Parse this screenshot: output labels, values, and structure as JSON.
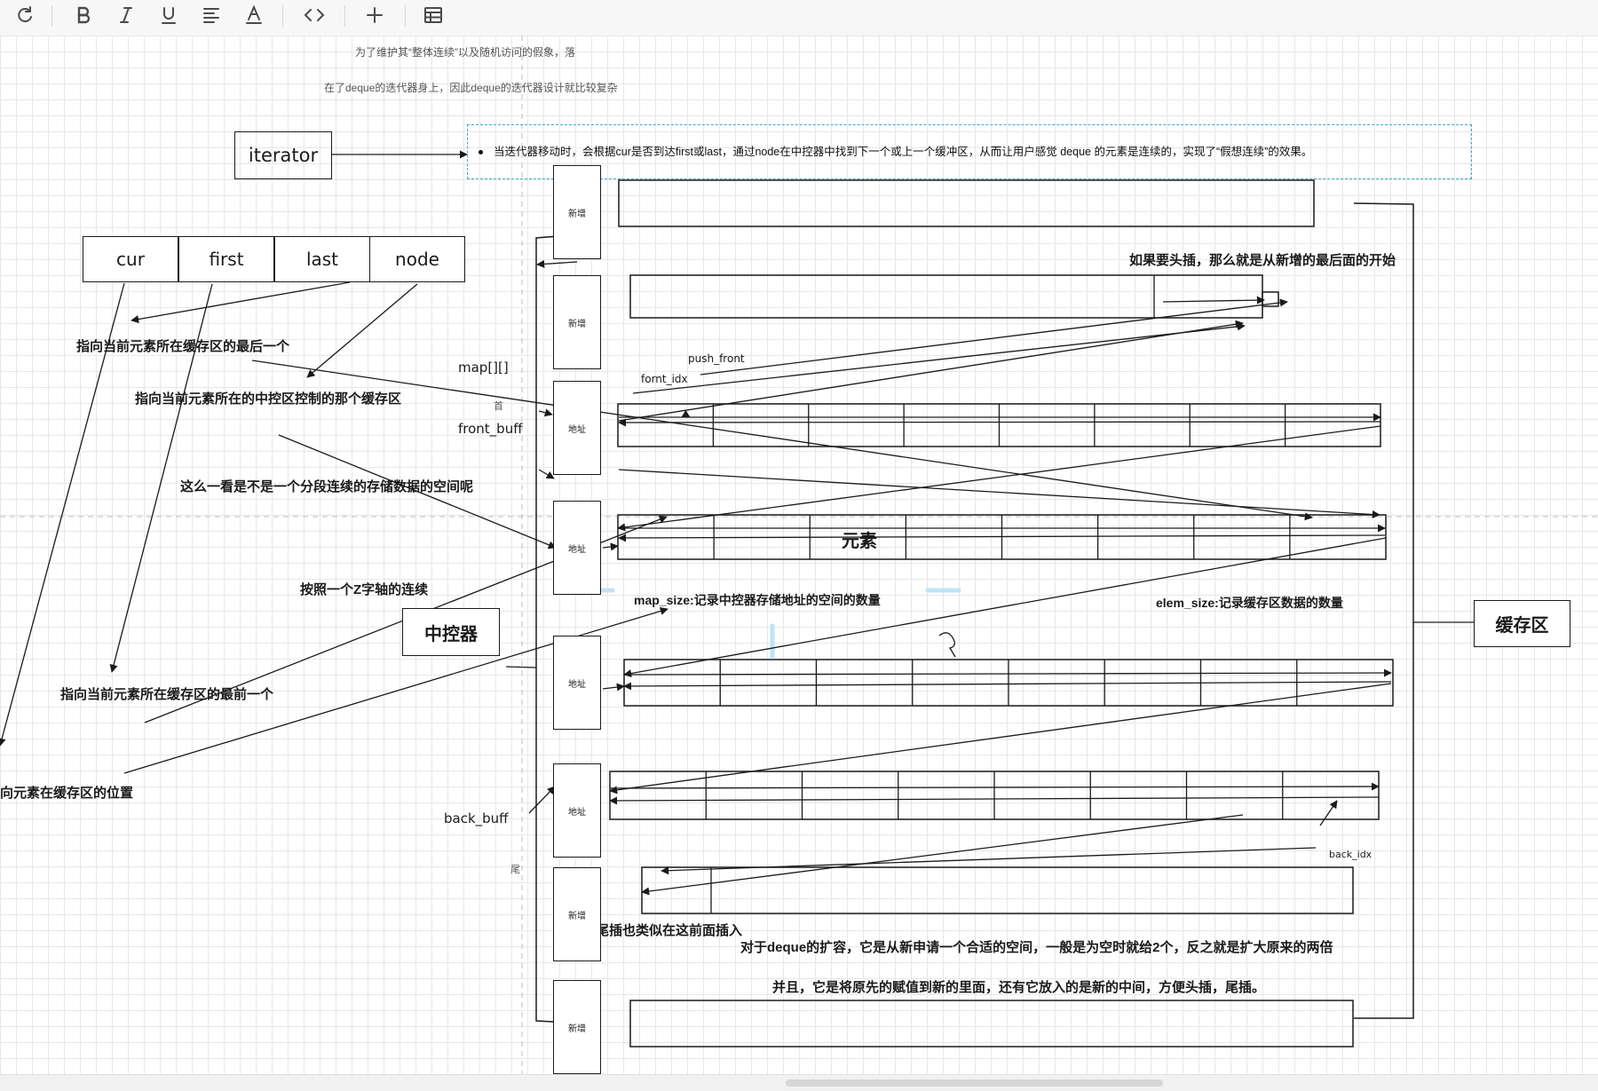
{
  "toolbar": {
    "items": [
      {
        "name": "redo",
        "icon": "redo-icon"
      },
      {
        "name": "bold",
        "icon": "bold-icon"
      },
      {
        "name": "italic",
        "icon": "italic-icon"
      },
      {
        "name": "underline",
        "icon": "underline-icon"
      },
      {
        "name": "align",
        "icon": "align-left-icon"
      },
      {
        "name": "font-color",
        "icon": "font-color-icon"
      },
      {
        "name": "code",
        "icon": "code-icon"
      },
      {
        "name": "insert",
        "icon": "plus-icon"
      },
      {
        "name": "table",
        "icon": "table-icon"
      }
    ]
  },
  "notes": {
    "top_line1": "为了维护其“整体连续”以及随机访问的假象，落",
    "top_line2": "在了deque的迭代器身上，因此deque的迭代器设计就比较复杂",
    "callout": "当迭代器移动时，会根据cur是否到达first或last，通过node在中控器中找到下一个或上一个缓冲区，从而让用户感觉 deque 的元素是连续的，实现了“假想连续”的效果。"
  },
  "iterator": {
    "title": "iterator",
    "fields": [
      "cur",
      "first",
      "last",
      "node"
    ]
  },
  "annotations": {
    "last_desc": "指向当前元素所在缓存区的最后一个",
    "node_desc": "指向当前元素所在的中控区控制的那个缓存区",
    "segment_desc": "这么一看是不是一个分段连续的存储数据的空间呢",
    "z_desc": "按照一个Z字轴的连续",
    "first_desc": "指向当前元素所在缓存区的最前一个",
    "cur_desc": "向元素在缓存区的位置",
    "map_label": "map[][]",
    "head_label": "首",
    "front_buff": "front_buff",
    "back_buff": "back_buff",
    "tail_label": "尾",
    "push_front": "push_front",
    "front_idx": "fornt_idx",
    "head_insert": "如果要头插，那么就是从新增的最后面的开始",
    "element": "元素",
    "map_size": "map_size:记录中控器存储地址的空间的数量",
    "elem_size": "elem_size:记录缓存区数据的数量",
    "controller": "中控器",
    "cache_area": "缓存区",
    "back_idx": "back_idx",
    "tail_insert": "尾插也类似在这前面插入",
    "expand1": "对于deque的扩容，它是从新申请一个合适的空间，一般是为空时就给2个，反之就是扩大原来的两倍",
    "expand2": "并且，它是将原先的赋值到新的里面，还有它放入的是新的中间，方便头插，尾插。"
  },
  "map_slots": [
    "新增",
    "新增",
    "地址",
    "地址",
    "地址",
    "地址",
    "新增",
    "新增"
  ],
  "colors": {
    "ink": "#1a1a1a",
    "grid": "#e7e7e7",
    "callout_border": "#3fa9d6",
    "faint_arrow": "#bfe3f5"
  }
}
